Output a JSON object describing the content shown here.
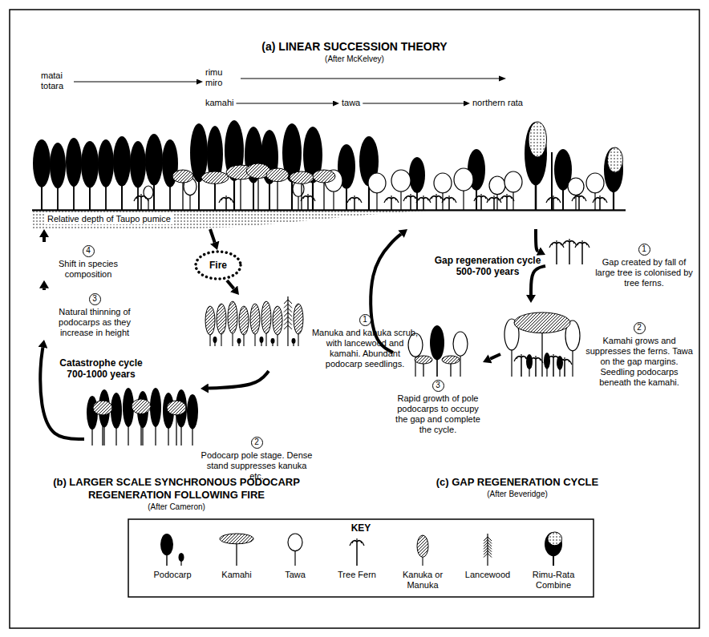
{
  "diagram": {
    "nodes": [
      {
        "text": [
          "matai totara"
        ]
      },
      {
        "text": [
          "rimu miro"
        ]
      },
      {
        "text": [
          "kamahi"
        ]
      },
      {
        "text": [
          "tawa"
        ]
      },
      {
        "text": [
          "northern rata"
        ]
      },
      {
        "text": [
          "Relative depth of Taupo pumice"
        ]
      },
      {
        "text": [
          "Fire"
        ]
      },
      {
        "text": [
          "1",
          "Manuka and kanuka scrub, with lancewood and kamahi. Abundant podocarp seedlings."
        ]
      },
      {
        "text": [
          "2",
          "Podocarp pole stage. Dense stand suppresses kanuka etc."
        ]
      },
      {
        "text": [
          "3",
          "Natural thinning of podocarps as they increase in height"
        ]
      },
      {
        "text": [
          "4",
          "Shift in species composition"
        ]
      },
      {
        "text": [
          "1",
          "Gap created by fall of large tree is colonised by tree ferns."
        ]
      },
      {
        "text": [
          "2",
          "Kamahi grows and suppresses the ferns. Tawa on the gap margins. Seedling podocarps beneath the kamahi."
        ]
      },
      {
        "text": [
          "3",
          "Rapid growth of pole podocarps to occupy the gap and complete the cycle."
        ]
      }
    ],
    "edges": [
      {
        "from": 0,
        "to": 1,
        "arrow": "to"
      },
      {
        "from": 2,
        "to": 3,
        "arrow": "to"
      },
      {
        "from": 3,
        "to": 4,
        "arrow": "to"
      },
      {
        "from": 5,
        "to": 6,
        "arrow": "to"
      },
      {
        "from": 6,
        "to": 7,
        "arrow": "to"
      },
      {
        "from": 7,
        "to": 8,
        "arrow": "to"
      },
      {
        "from": 8,
        "to": 9,
        "arrow": "to"
      },
      {
        "from": 9,
        "to": 10,
        "arrow": "to"
      },
      {
        "from": 10,
        "to": 5,
        "arrow": "to"
      },
      {
        "from": 5,
        "to": 11,
        "arrow": "to"
      },
      {
        "from": 11,
        "to": 12,
        "arrow": "to"
      },
      {
        "from": 12,
        "to": 13,
        "arrow": "to"
      },
      {
        "from": 13,
        "to": 5,
        "arrow": "to"
      }
    ],
    "labels": [
      "(a) LINEAR SUCCESSION THEORY",
      "(After McKelvey)",
      "Catastrophe cycle 700-1000 years",
      "Gap regeneration cycle 500-700 years",
      "(b) LARGER SCALE SYNCHRONOUS PODOCARP REGENERATION FOLLOWING FIRE",
      "(After Cameron)",
      "(c) GAP REGENERATION CYCLE",
      "(After Beveridge)",
      "KEY"
    ],
    "legend": [
      {
        "text": "Podocarp"
      },
      {
        "text": "Kamahi"
      },
      {
        "text": "Tawa"
      },
      {
        "text": "Tree Fern"
      },
      {
        "text": "Kanuka or Manuka"
      },
      {
        "text": "Lancewood"
      },
      {
        "text": "Rimu-Rata Combine"
      }
    ]
  }
}
